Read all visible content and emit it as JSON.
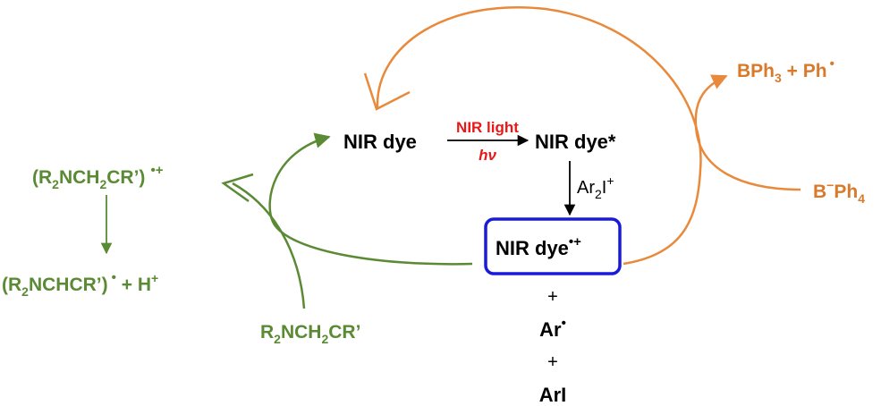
{
  "colors": {
    "black": "#000000",
    "green": "#5b8a34",
    "orange": "#e8893b",
    "red": "#e81818",
    "box": "#1a1adb"
  },
  "species": {
    "nir_dye": "NIR dye",
    "nir_dye_excited": "NIR dye*",
    "nir_dye_radical_cation": "NIR dye",
    "radical_cation_mark": "•+",
    "plus_1": "+",
    "ar": "Ar",
    "radical_dot": "•",
    "plus_2": "+",
    "ari": "ArI",
    "bph3_ph": {
      "b": "BPh",
      "sub": "3",
      "rest": " + Ph"
    },
    "borate": {
      "b": "B",
      "sup": "−",
      "ph": "Ph",
      "sub": "4"
    },
    "amine": {
      "r": "R",
      "s1": "2",
      "nch": "NCH",
      "s2": "2",
      "cr": "CR’"
    },
    "amine_radical_cation": {
      "open": "(R",
      "s1": "2",
      "nch": "NCH",
      "s2": "2",
      "cr": "CR’)"
    },
    "alpha_aminoalkyl": {
      "open": "(R",
      "s1": "2",
      "rest": "NCHCR’)"
    },
    "plus_h": {
      "text": " + H",
      "sup": "+"
    }
  },
  "arrows": {
    "light_label_top": "NIR light",
    "light_label_bottom": "hν",
    "oxidant": {
      "ar": "Ar",
      "sub": "2",
      "i": "I",
      "sup": "+"
    }
  }
}
